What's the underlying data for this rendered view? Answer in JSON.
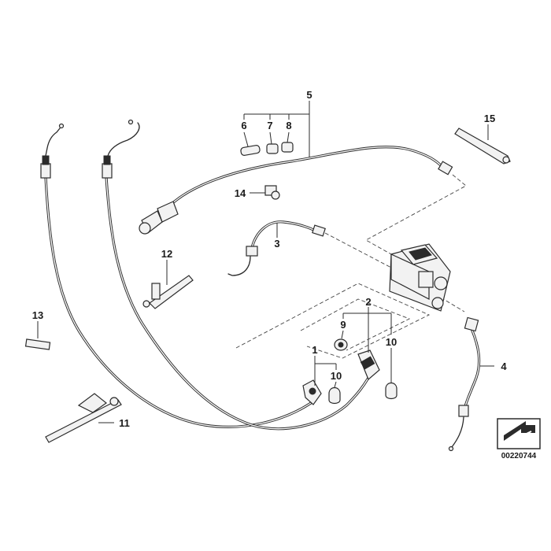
{
  "callouts": {
    "c1": "1",
    "c2": "2",
    "c3": "3",
    "c4": "4",
    "c5": "5",
    "c6": "6",
    "c7": "7",
    "c8": "8",
    "c9": "9",
    "c10a": "10",
    "c10b": "10",
    "c11": "11",
    "c12": "12",
    "c13": "13",
    "c14": "14",
    "c15": "15"
  },
  "diagram_number": "00220744",
  "colors": {
    "line": "#2b2b2b",
    "background": "#ffffff"
  }
}
